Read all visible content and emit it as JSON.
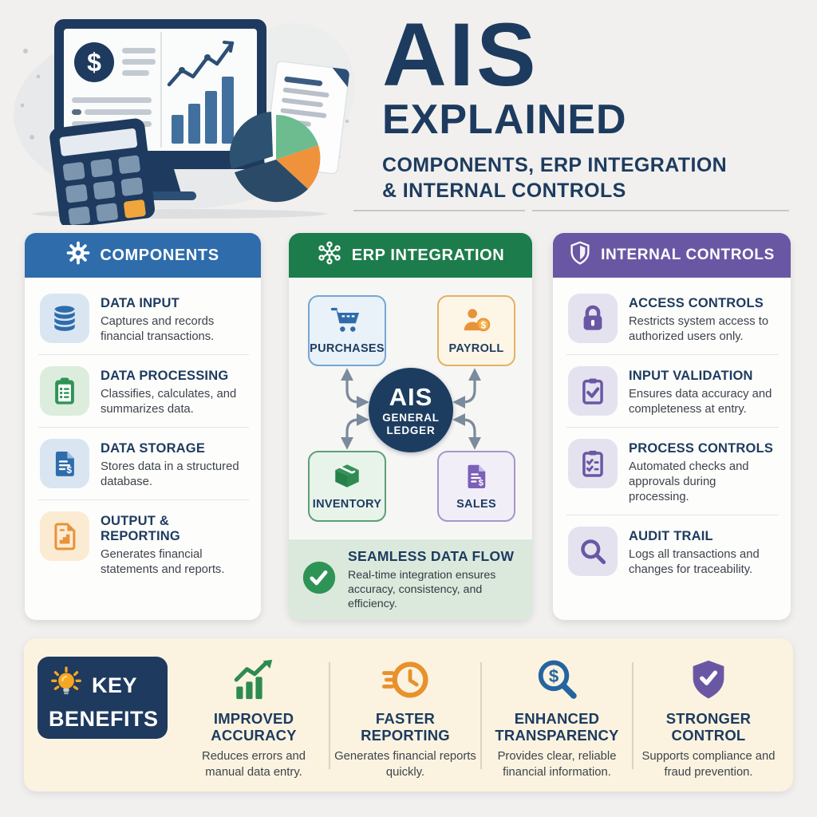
{
  "title": {
    "main": "AIS",
    "sub": "EXPLAINED",
    "tagline_line1": "COMPONENTS, ERP INTEGRATION",
    "tagline_line2": "& INTERNAL CONTROLS"
  },
  "columns": {
    "components": {
      "header": "COMPONENTS",
      "items": [
        {
          "title": "DATA INPUT",
          "desc": "Captures and records financial transactions."
        },
        {
          "title": "DATA PROCESSING",
          "desc": "Classifies, calculates, and summarizes data."
        },
        {
          "title": "DATA STORAGE",
          "desc": "Stores data in a structured database."
        },
        {
          "title": "OUTPUT & REPORTING",
          "desc": "Generates financial statements and reports."
        }
      ]
    },
    "erp": {
      "header": "ERP INTEGRATION",
      "nodes": [
        {
          "label": "PURCHASES"
        },
        {
          "label": "PAYROLL"
        },
        {
          "label": "INVENTORY"
        },
        {
          "label": "SALES"
        }
      ],
      "center": {
        "line1": "AIS",
        "line2": "GENERAL",
        "line3": "LEDGER"
      },
      "banner": {
        "title": "SEAMLESS DATA FLOW",
        "desc": "Real-time integration ensures accuracy, consistency, and efficiency."
      }
    },
    "controls": {
      "header": "INTERNAL CONTROLS",
      "items": [
        {
          "title": "ACCESS CONTROLS",
          "desc": "Restricts system access to authorized users only."
        },
        {
          "title": "INPUT VALIDATION",
          "desc": "Ensures data accuracy and completeness at entry."
        },
        {
          "title": "PROCESS CONTROLS",
          "desc": "Automated checks and approvals during processing."
        },
        {
          "title": "AUDIT TRAIL",
          "desc": "Logs all transactions and changes for traceability."
        }
      ]
    }
  },
  "benefits": {
    "label_line1": "KEY",
    "label_line2": "BENEFITS",
    "items": [
      {
        "title_line1": "IMPROVED",
        "title_line2": "ACCURACY",
        "desc": "Reduces errors and manual data entry."
      },
      {
        "title_line1": "FASTER",
        "title_line2": "REPORTING",
        "desc": "Generates financial reports quickly."
      },
      {
        "title_line1": "ENHANCED",
        "title_line2": "TRANSPARENCY",
        "desc": "Provides clear, reliable financial information."
      },
      {
        "title_line1": "STRONGER",
        "title_line2": "CONTROL",
        "desc": "Supports compliance and fraud prevention."
      }
    ]
  },
  "colors": {
    "navy": "#1e3a5f",
    "components_blue": "#2e6cab",
    "erp_green": "#1d7c4b",
    "controls_purple": "#6a57a4",
    "accent_orange": "#e8923a",
    "check_green": "#2e9455",
    "benefits_cream": "#fbf3e0"
  }
}
